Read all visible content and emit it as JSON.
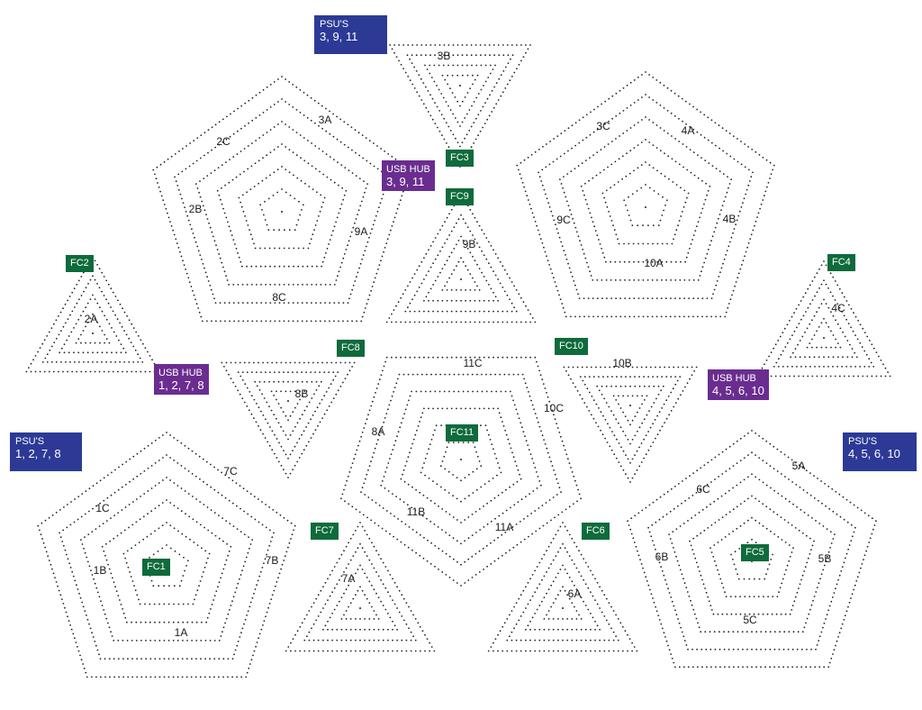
{
  "psus": [
    {
      "title": "PSU'S",
      "members": "3, 9, 11"
    },
    {
      "title": "PSU'S",
      "members": "1, 2, 7, 8"
    },
    {
      "title": "PSU'S",
      "members": "4, 5, 6, 10"
    }
  ],
  "hubs": [
    {
      "title": "USB HUB",
      "members": "3, 9, 11"
    },
    {
      "title": "USB HUB",
      "members": "1, 2, 7, 8"
    },
    {
      "title": "USB HUB",
      "members": "4, 5, 6, 10"
    }
  ],
  "controllers": [
    "FC1",
    "FC2",
    "FC3",
    "FC4",
    "FC5",
    "FC6",
    "FC7",
    "FC8",
    "FC9",
    "FC10",
    "FC11"
  ],
  "zones": [
    "1A",
    "1B",
    "1C",
    "2A",
    "2B",
    "2C",
    "3A",
    "3B",
    "3C",
    "4A",
    "4B",
    "4C",
    "5A",
    "5B",
    "5C",
    "6A",
    "6B",
    "6C",
    "7A",
    "7B",
    "7C",
    "8A",
    "8B",
    "8C",
    "9A",
    "9B",
    "9C",
    "10A",
    "10B",
    "10C",
    "11A",
    "11B",
    "11C"
  ],
  "colors": {
    "controller": "#0e6b3b",
    "hub": "#6a2d8f",
    "psu": "#2c3a96",
    "dots": "#222222"
  }
}
